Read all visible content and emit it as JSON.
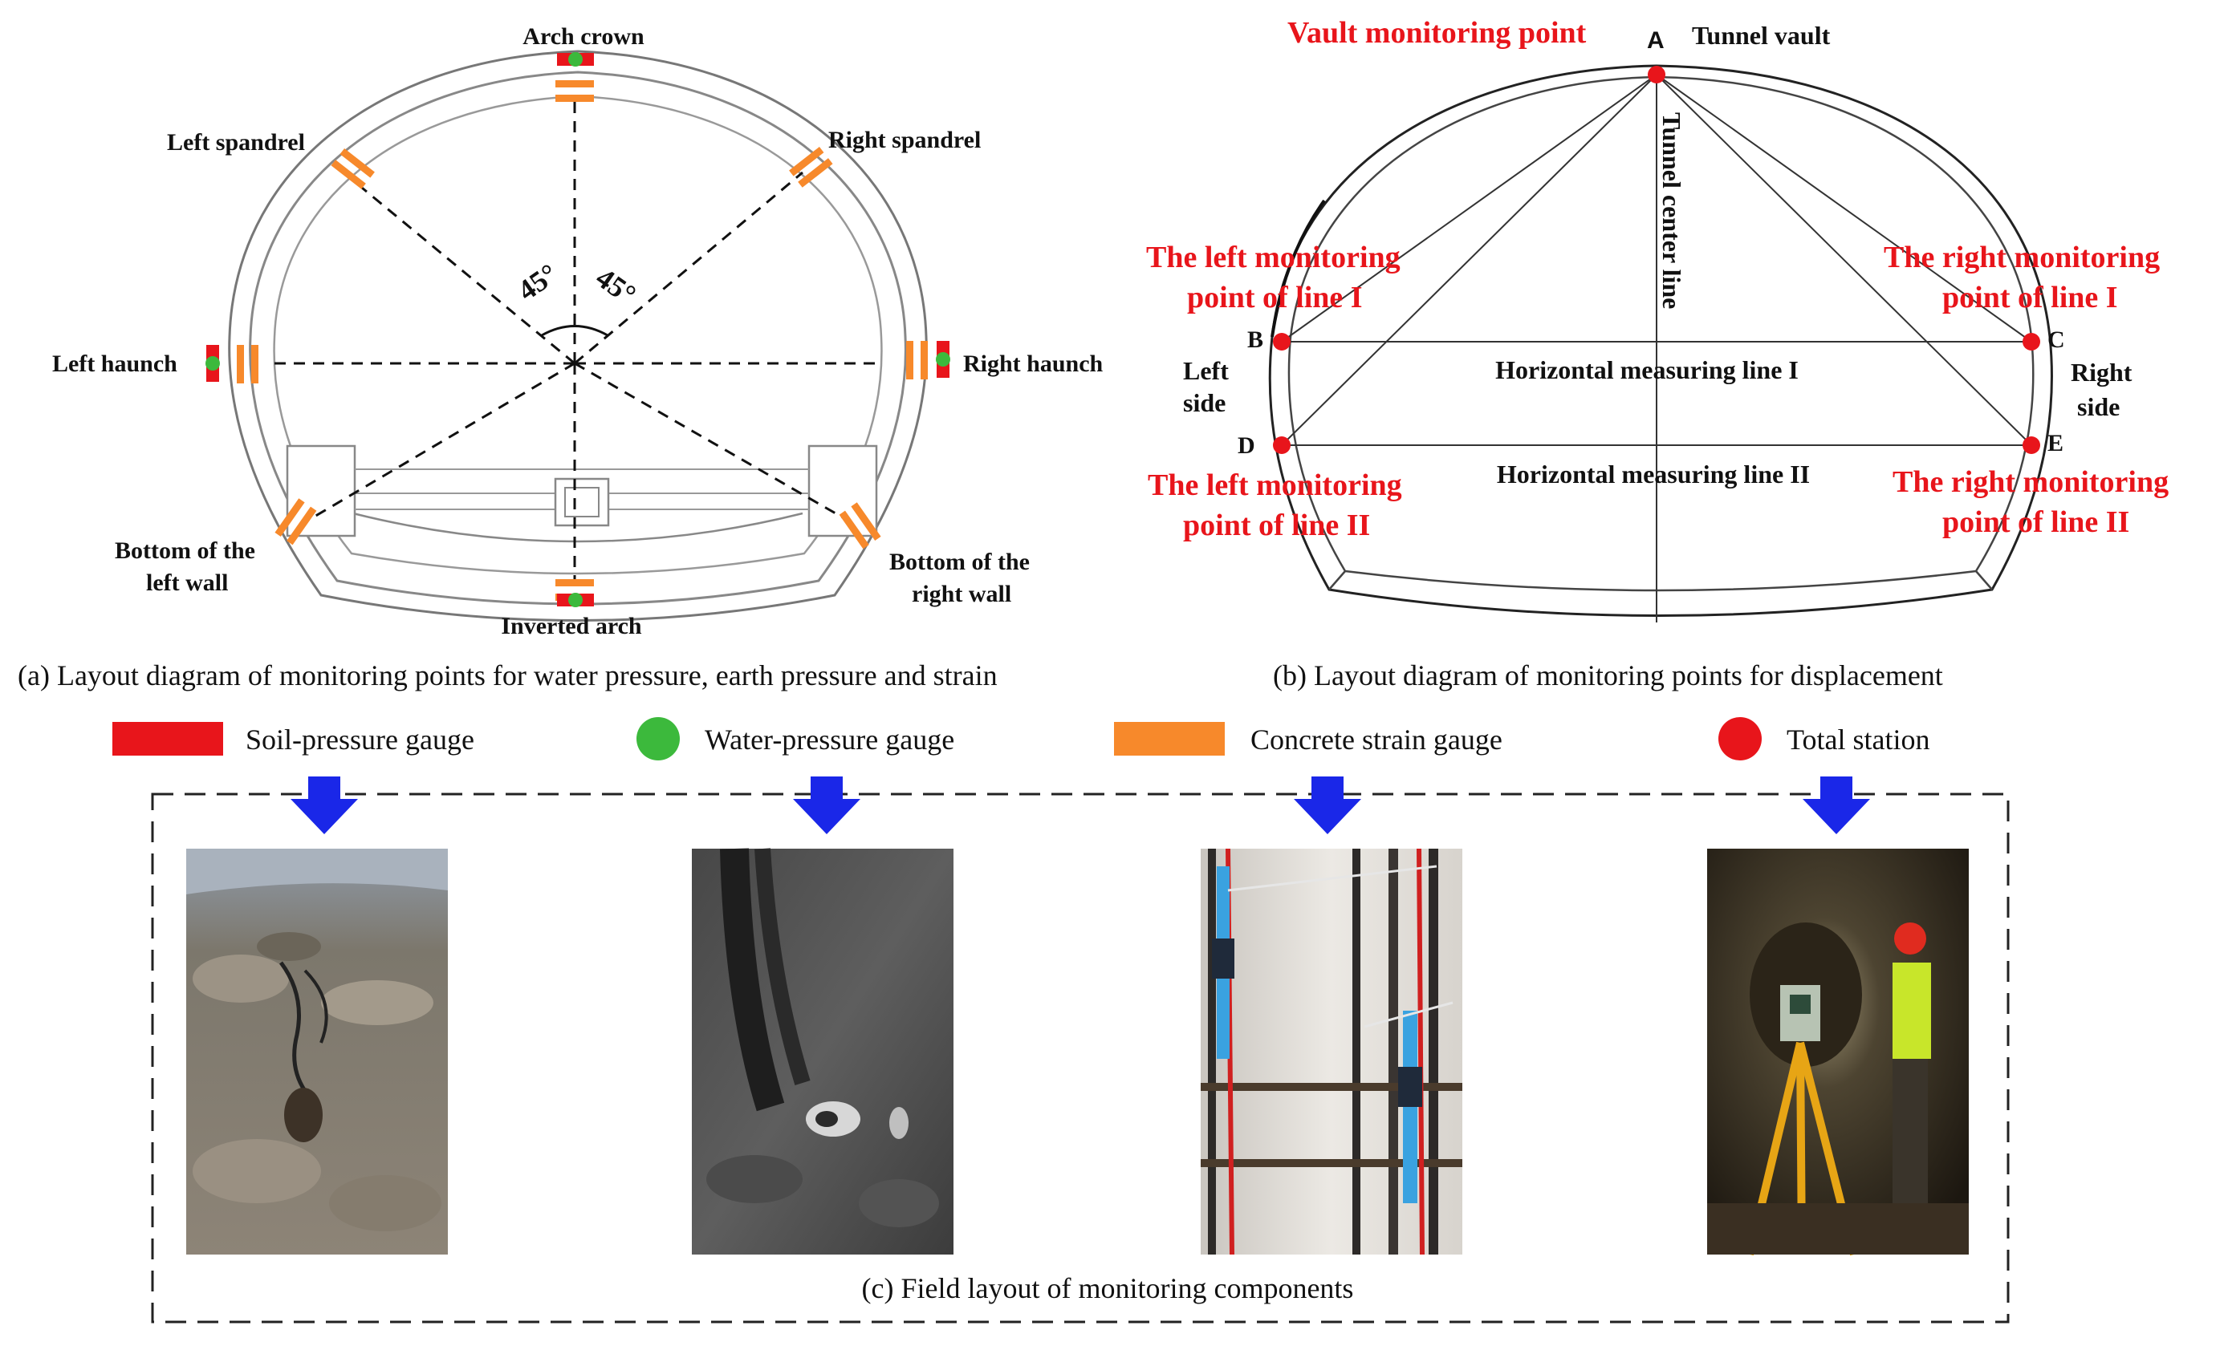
{
  "diagram_a": {
    "caption": "(a) Layout diagram of monitoring points for water pressure, earth pressure and strain",
    "labels": {
      "arch_crown": "Arch crown",
      "left_spandrel": "Left spandrel",
      "right_spandrel": "Right spandrel",
      "left_haunch": "Left haunch",
      "right_haunch": "Right haunch",
      "bottom_left_1": "Bottom of the",
      "bottom_left_2": "left wall",
      "bottom_right_1": "Bottom of the",
      "bottom_right_2": "right wall",
      "inverted_arch": "Inverted arch",
      "angle_left": "45°",
      "angle_right": "45°"
    }
  },
  "diagram_b": {
    "caption": "(b) Layout diagram of monitoring points for displacement",
    "labels": {
      "vault_point": "Vault monitoring point",
      "point_a": "A",
      "tunnel_vault": "Tunnel vault",
      "center_line": "Tunnel center line",
      "left_line1_1": "The left monitoring",
      "left_line1_2": "point of line I",
      "right_line1_1": "The right monitoring",
      "right_line1_2": "point of line I",
      "point_b": "B",
      "point_c": "C",
      "point_d": "D",
      "point_e": "E",
      "left_side_1": "Left",
      "left_side_2": "side",
      "right_side_1": "Right",
      "right_side_2": "side",
      "hline1": "Horizontal measuring line I",
      "hline2": "Horizontal measuring line II",
      "left_line2_1": "The left monitoring",
      "left_line2_2": "point of line II",
      "right_line2_1": "The right monitoring",
      "right_line2_2": "point of line II"
    }
  },
  "legend": {
    "soil": "Soil-pressure gauge",
    "water": "Water-pressure gauge",
    "strain": "Concrete strain gauge",
    "station": "Total station"
  },
  "field": {
    "caption": "(c) Field layout of monitoring components"
  },
  "colors": {
    "soil_gauge": "#e8151b",
    "water_gauge": "#3cb93c",
    "strain_gauge": "#f7892b",
    "total_station": "#e8151b",
    "arrow": "#1a27e8",
    "red_text": "#e8151b"
  }
}
